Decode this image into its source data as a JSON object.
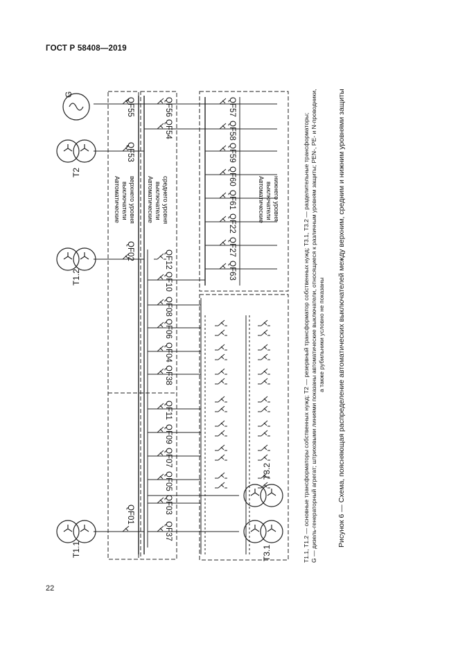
{
  "header": {
    "standard": "ГОСТ Р 58408—2019"
  },
  "page_number": "22",
  "generator": "G",
  "transformers": {
    "t1_1": "T1.1",
    "t1_2": "T1.2",
    "t2": "T2",
    "t3_1": "T3.1",
    "t3_2": "T3.2"
  },
  "breakers_top": {
    "qf55": "QF55",
    "qf53": "QF53",
    "qf02": "QF02",
    "qf01": "QF01"
  },
  "breakers_middle": {
    "qf56": "QF56",
    "qf54": "QF54",
    "qf12": "QF12",
    "qf10": "QF10",
    "qf08": "QF08",
    "qf06": "QF06",
    "qf04": "QF04",
    "qf38": "QF38",
    "qf11": "QF11",
    "qf09": "QF09",
    "qf07": "QF07",
    "qf05": "QF05",
    "qf03": "QF03",
    "qf37": "QF37"
  },
  "breakers_lower": {
    "qf57": "QF57",
    "qf58": "QF58",
    "qf59": "QF59",
    "qf60": "QF60",
    "qf61": "QF61",
    "qf22": "QF22",
    "qf27": "QF27",
    "qf63": "QF63"
  },
  "level_labels": {
    "upper": [
      "Автоматические",
      "выключатели",
      "верхнего уровня"
    ],
    "middle": [
      "Автоматические",
      "выключатели",
      "среднего уровня"
    ],
    "lower": [
      "Автоматические",
      "выключатели",
      "нижнего уровня"
    ]
  },
  "legend": {
    "line1": "Т1.1, Т1.2 — основные трансформаторы собственных нужд; Т2 — резервный трансформатор собственных нужд; Т3.1, Т3.2 — разделительные трансформаторы;",
    "line2": "G — дизель-генераторный агрегат; штриховыми линиями показаны автоматические выключатели, относящиеся к различным уровням защиты; PEN-, PE- и N-проводники,",
    "line3": "а также рубильники условно не показаны"
  },
  "caption": "Рисунок 6 — Схема, поясняющая распределение автоматических выключателей между верхним, средним и нижним уровнями защиты"
}
